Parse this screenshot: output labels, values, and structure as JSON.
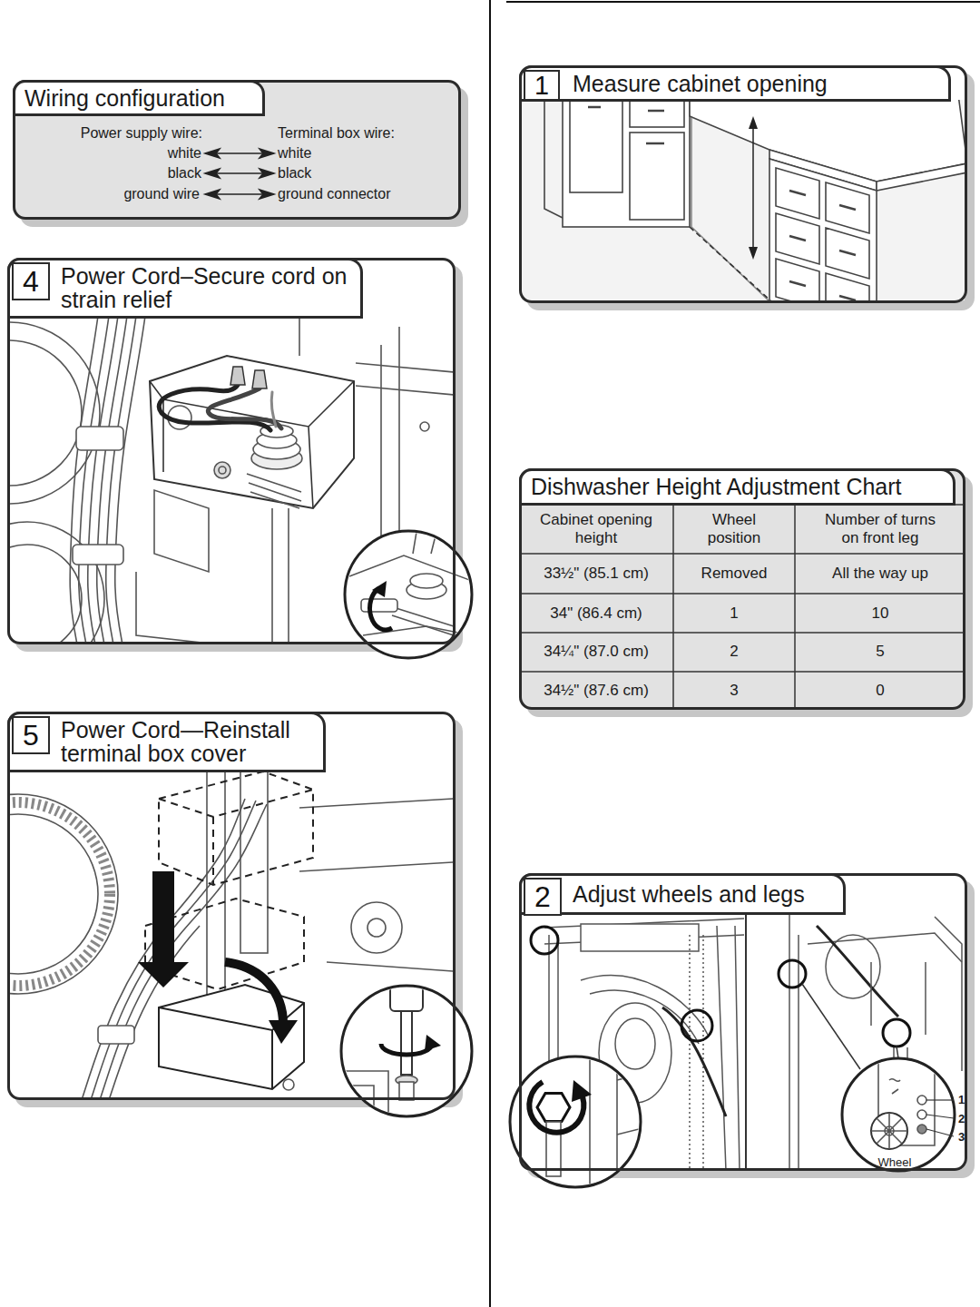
{
  "diagram": {
    "nodes": [
      {
        "text": [
          "Wiring configuration"
        ]
      },
      {
        "text": [
          "Power Cord–Secure cord on strain relief"
        ]
      },
      {
        "text": [
          "4"
        ],
        "in": 1
      },
      {
        "text": [
          "Power Cord—Reinstall terminal box cover"
        ]
      },
      {
        "text": [
          "5"
        ],
        "in": 3
      },
      {
        "text": [
          "Measure cabinet opening"
        ]
      },
      {
        "text": [
          "1"
        ],
        "in": 5
      },
      {
        "text": [
          "Dishwasher Height Adjustment Chart"
        ]
      },
      {
        "text": [
          "Adjust wheels and legs"
        ]
      },
      {
        "text": [
          "2"
        ],
        "in": 8
      }
    ],
    "labels": [
      "Power supply wire:",
      "Terminal box wire:",
      "white",
      "white",
      "black",
      "black",
      "ground wire",
      "ground connector",
      "Cabinet opening height",
      "Wheel position",
      "Number of turns on front leg",
      "33½\" (85.1 cm)",
      "Removed",
      "All the way up",
      "34\" (86.4 cm)",
      "1",
      "10",
      "34¼\" (87.0 cm)",
      "2",
      "5",
      "34½\" (87.6 cm)",
      "3",
      "0",
      "1",
      "2",
      "3",
      "Wheel"
    ]
  }
}
